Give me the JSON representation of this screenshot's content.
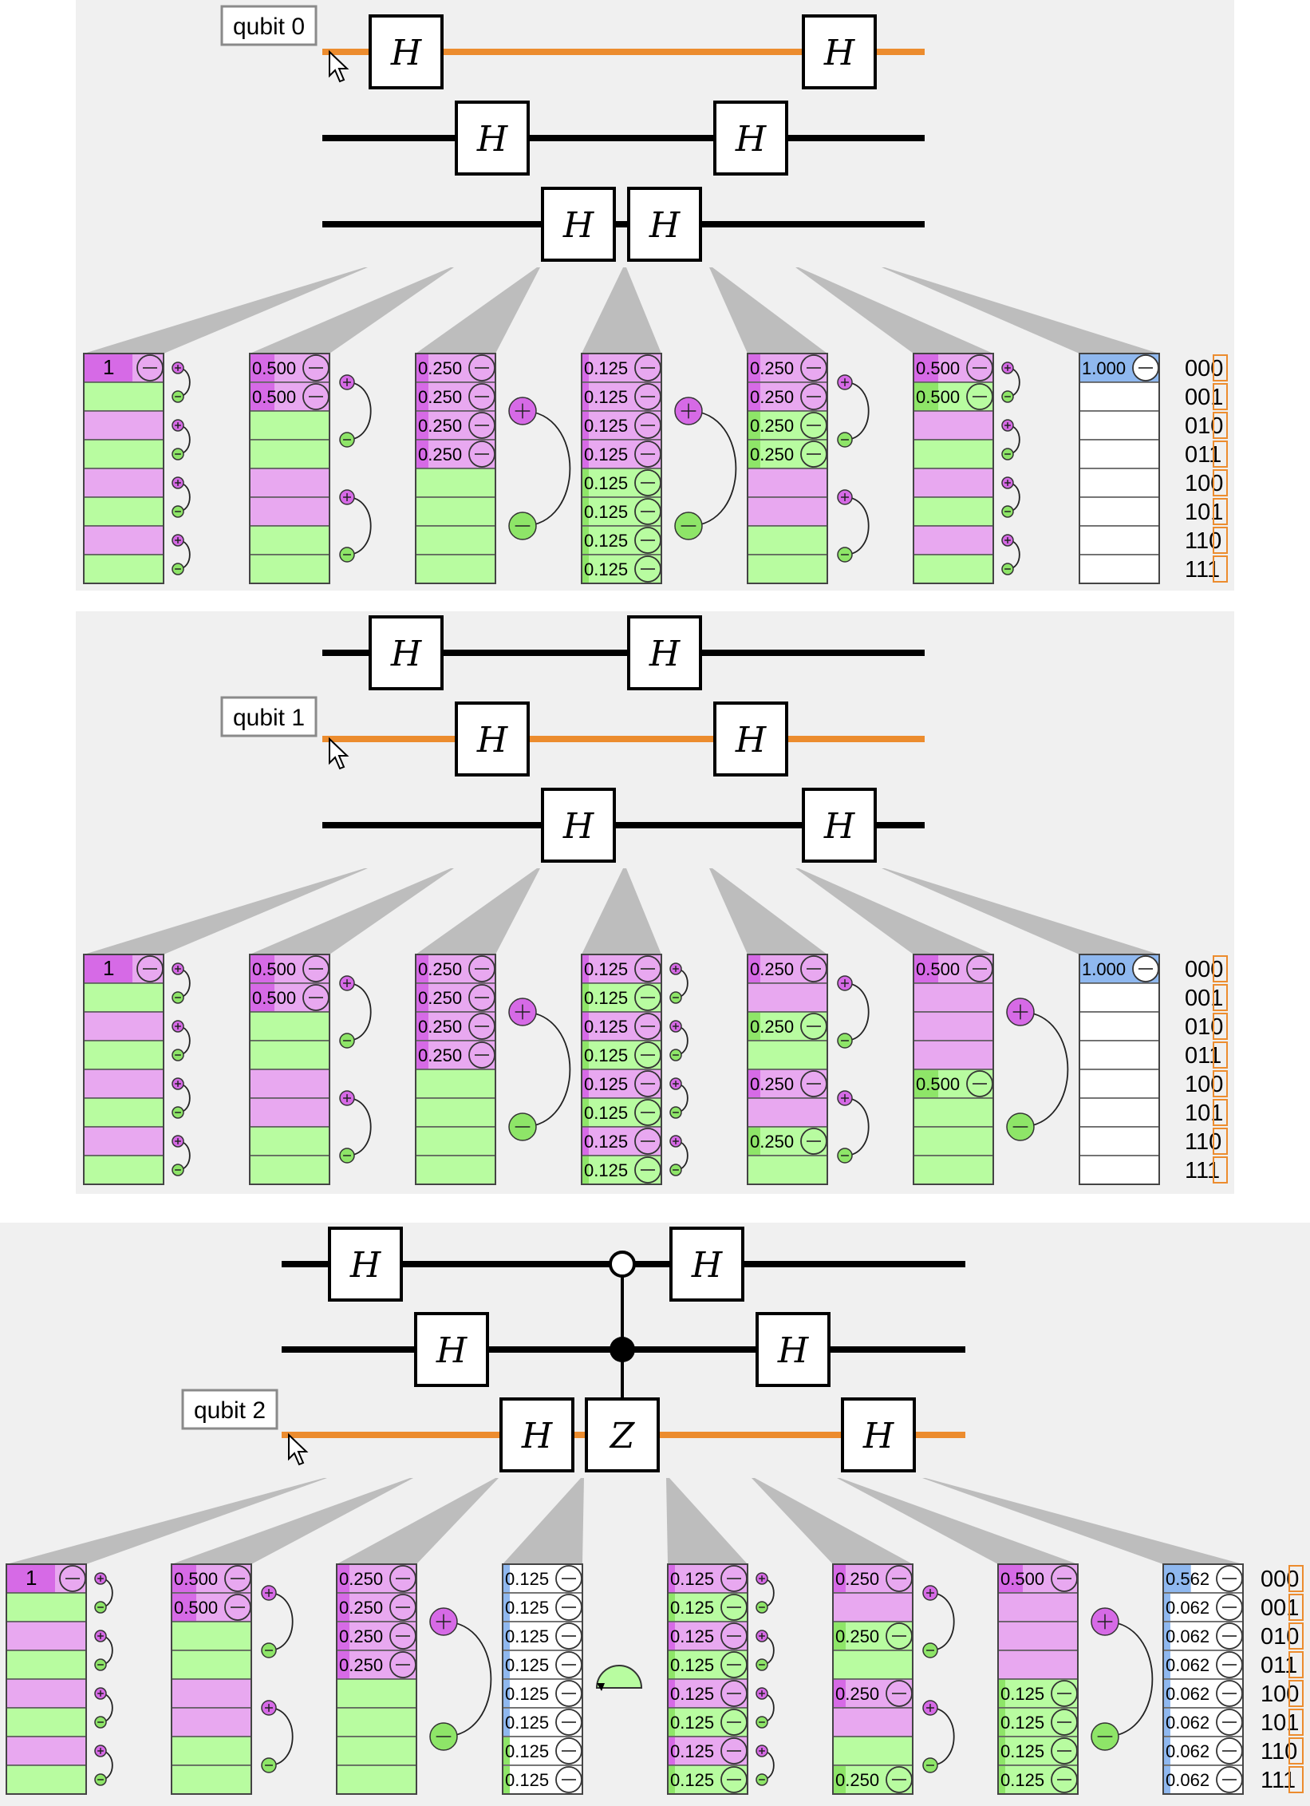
{
  "basis_labels": [
    "000",
    "001",
    "010",
    "011",
    "100",
    "101",
    "110",
    "111"
  ],
  "gate_symbols": {
    "hadamard": "H",
    "z": "Z"
  },
  "colors": {
    "magenta": "#e8a8f0",
    "magenta_dark": "#d66ae6",
    "green": "#b8fca0",
    "green_dark": "#8ee568",
    "blue": "#8fb8ef",
    "orange": "#ec8c2e",
    "panel": "#f0f0f0",
    "cone": "#bdbdbd"
  },
  "panels": [
    {
      "label": "qubit 0",
      "active_wire": 0,
      "wire_gates": [
        [
          "H",
          "H"
        ],
        [
          "H",
          "H"
        ],
        [
          "H",
          "H"
        ]
      ],
      "states": [
        {
          "rows": [
            {
              "v": "1",
              "c": "m"
            },
            {
              "c": "g"
            },
            {
              "c": "m"
            },
            {
              "c": "g"
            },
            {
              "c": "m"
            },
            {
              "c": "g"
            },
            {
              "c": "m"
            },
            {
              "c": "g"
            }
          ],
          "pairs": "small"
        },
        {
          "rows": [
            {
              "v": "0.500",
              "c": "m"
            },
            {
              "v": "0.500",
              "c": "m"
            },
            {
              "c": "g"
            },
            {
              "c": "g"
            },
            {
              "c": "m"
            },
            {
              "c": "m"
            },
            {
              "c": "g"
            },
            {
              "c": "g"
            }
          ],
          "pairs": "mid"
        },
        {
          "rows": [
            {
              "v": "0.250",
              "c": "m"
            },
            {
              "v": "0.250",
              "c": "m"
            },
            {
              "v": "0.250",
              "c": "m"
            },
            {
              "v": "0.250",
              "c": "m"
            },
            {
              "c": "g"
            },
            {
              "c": "g"
            },
            {
              "c": "g"
            },
            {
              "c": "g"
            }
          ],
          "pairs": "big"
        },
        {
          "rows": [
            {
              "v": "0.125",
              "c": "m"
            },
            {
              "v": "0.125",
              "c": "m"
            },
            {
              "v": "0.125",
              "c": "m"
            },
            {
              "v": "0.125",
              "c": "m"
            },
            {
              "v": "0.125",
              "c": "g"
            },
            {
              "v": "0.125",
              "c": "g"
            },
            {
              "v": "0.125",
              "c": "g"
            },
            {
              "v": "0.125",
              "c": "g"
            }
          ],
          "pairs": "big"
        },
        {
          "rows": [
            {
              "v": "0.250",
              "c": "m"
            },
            {
              "v": "0.250",
              "c": "m"
            },
            {
              "v": "0.250",
              "c": "g"
            },
            {
              "v": "0.250",
              "c": "g"
            },
            {
              "c": "m"
            },
            {
              "c": "m"
            },
            {
              "c": "g"
            },
            {
              "c": "g"
            }
          ],
          "pairs": "mid"
        },
        {
          "rows": [
            {
              "v": "0.500",
              "c": "m"
            },
            {
              "v": "0.500",
              "c": "g"
            },
            {
              "c": "m"
            },
            {
              "c": "g"
            },
            {
              "c": "m"
            },
            {
              "c": "g"
            },
            {
              "c": "m"
            },
            {
              "c": "g"
            }
          ],
          "pairs": "small"
        },
        {
          "rows": [
            {
              "v": "1.000",
              "c": "b"
            },
            {
              "c": "w"
            },
            {
              "c": "w"
            },
            {
              "c": "w"
            },
            {
              "c": "w"
            },
            {
              "c": "w"
            },
            {
              "c": "w"
            },
            {
              "c": "w"
            }
          ],
          "pairs": "none"
        }
      ]
    },
    {
      "label": "qubit 1",
      "active_wire": 1,
      "wire_gates": [
        [
          "H",
          "H"
        ],
        [
          "H",
          "H"
        ],
        [
          "H",
          "H"
        ]
      ],
      "states": [
        {
          "rows": [
            {
              "v": "1",
              "c": "m"
            },
            {
              "c": "g"
            },
            {
              "c": "m"
            },
            {
              "c": "g"
            },
            {
              "c": "m"
            },
            {
              "c": "g"
            },
            {
              "c": "m"
            },
            {
              "c": "g"
            }
          ],
          "pairs": "small"
        },
        {
          "rows": [
            {
              "v": "0.500",
              "c": "m"
            },
            {
              "v": "0.500",
              "c": "m"
            },
            {
              "c": "g"
            },
            {
              "c": "g"
            },
            {
              "c": "m"
            },
            {
              "c": "m"
            },
            {
              "c": "g"
            },
            {
              "c": "g"
            }
          ],
          "pairs": "mid"
        },
        {
          "rows": [
            {
              "v": "0.250",
              "c": "m"
            },
            {
              "v": "0.250",
              "c": "m"
            },
            {
              "v": "0.250",
              "c": "m"
            },
            {
              "v": "0.250",
              "c": "m"
            },
            {
              "c": "g"
            },
            {
              "c": "g"
            },
            {
              "c": "g"
            },
            {
              "c": "g"
            }
          ],
          "pairs": "big"
        },
        {
          "rows": [
            {
              "v": "0.125",
              "c": "m"
            },
            {
              "v": "0.125",
              "c": "g"
            },
            {
              "v": "0.125",
              "c": "m"
            },
            {
              "v": "0.125",
              "c": "g"
            },
            {
              "v": "0.125",
              "c": "m"
            },
            {
              "v": "0.125",
              "c": "g"
            },
            {
              "v": "0.125",
              "c": "m"
            },
            {
              "v": "0.125",
              "c": "g"
            }
          ],
          "pairs": "small"
        },
        {
          "rows": [
            {
              "v": "0.250",
              "c": "m"
            },
            {
              "c": "m"
            },
            {
              "v": "0.250",
              "c": "g"
            },
            {
              "c": "g"
            },
            {
              "v": "0.250",
              "c": "m"
            },
            {
              "c": "m"
            },
            {
              "v": "0.250",
              "c": "g"
            },
            {
              "c": "g"
            }
          ],
          "pairs": "mid"
        },
        {
          "rows": [
            {
              "v": "0.500",
              "c": "m"
            },
            {
              "c": "m"
            },
            {
              "c": "m"
            },
            {
              "c": "m"
            },
            {
              "v": "0.500",
              "c": "g"
            },
            {
              "c": "g"
            },
            {
              "c": "g"
            },
            {
              "c": "g"
            }
          ],
          "pairs": "big"
        },
        {
          "rows": [
            {
              "v": "1.000",
              "c": "b"
            },
            {
              "c": "w"
            },
            {
              "c": "w"
            },
            {
              "c": "w"
            },
            {
              "c": "w"
            },
            {
              "c": "w"
            },
            {
              "c": "w"
            },
            {
              "c": "w"
            }
          ],
          "pairs": "none"
        }
      ]
    },
    {
      "label": "qubit 2",
      "active_wire": 2,
      "wire_gates": [
        [
          "H",
          "H"
        ],
        [
          "H",
          "H"
        ],
        [
          "H",
          "Z",
          "H"
        ]
      ],
      "states": [
        {
          "rows": [
            {
              "v": "1",
              "c": "m"
            },
            {
              "c": "g"
            },
            {
              "c": "m"
            },
            {
              "c": "g"
            },
            {
              "c": "m"
            },
            {
              "c": "g"
            },
            {
              "c": "m"
            },
            {
              "c": "g"
            }
          ],
          "pairs": "small"
        },
        {
          "rows": [
            {
              "v": "0.500",
              "c": "m"
            },
            {
              "v": "0.500",
              "c": "m"
            },
            {
              "c": "g"
            },
            {
              "c": "g"
            },
            {
              "c": "m"
            },
            {
              "c": "m"
            },
            {
              "c": "g"
            },
            {
              "c": "g"
            }
          ],
          "pairs": "mid"
        },
        {
          "rows": [
            {
              "v": "0.250",
              "c": "m"
            },
            {
              "v": "0.250",
              "c": "m"
            },
            {
              "v": "0.250",
              "c": "m"
            },
            {
              "v": "0.250",
              "c": "m"
            },
            {
              "c": "g"
            },
            {
              "c": "g"
            },
            {
              "c": "g"
            },
            {
              "c": "g"
            }
          ],
          "pairs": "big"
        },
        {
          "rows": [
            {
              "v": "0.125",
              "c": "w"
            },
            {
              "v": "0.125",
              "c": "w"
            },
            {
              "v": "0.125",
              "c": "w"
            },
            {
              "v": "0.125",
              "c": "w"
            },
            {
              "v": "0.125",
              "c": "w"
            },
            {
              "v": "0.125",
              "c": "w"
            },
            {
              "v": "0.125",
              "c": "wg"
            },
            {
              "v": "0.125",
              "c": "wg"
            }
          ],
          "pairs": "none"
        },
        {
          "rows": [
            {
              "v": "0.125",
              "c": "m"
            },
            {
              "v": "0.125",
              "c": "g"
            },
            {
              "v": "0.125",
              "c": "m"
            },
            {
              "v": "0.125",
              "c": "g"
            },
            {
              "v": "0.125",
              "c": "m"
            },
            {
              "v": "0.125",
              "c": "g"
            },
            {
              "v": "0.125",
              "c": "m"
            },
            {
              "v": "0.125",
              "c": "g"
            }
          ],
          "pairs": "small"
        },
        {
          "rows": [
            {
              "v": "0.250",
              "c": "m"
            },
            {
              "c": "m"
            },
            {
              "v": "0.250",
              "c": "g"
            },
            {
              "c": "g"
            },
            {
              "v": "0.250",
              "c": "m"
            },
            {
              "c": "m"
            },
            {
              "c": "g"
            },
            {
              "v": "0.250",
              "c": "g"
            }
          ],
          "pairs": "mid"
        },
        {
          "rows": [
            {
              "v": "0.500",
              "c": "m"
            },
            {
              "c": "m"
            },
            {
              "c": "m"
            },
            {
              "c": "m"
            },
            {
              "v": "0.125",
              "c": "g"
            },
            {
              "v": "0.125",
              "c": "g"
            },
            {
              "v": "0.125",
              "c": "g"
            },
            {
              "v": "0.125",
              "c": "g"
            }
          ],
          "pairs": "big"
        },
        {
          "rows": [
            {
              "v": "0.562",
              "c": "bw"
            },
            {
              "v": "0.062",
              "c": "w"
            },
            {
              "v": "0.062",
              "c": "w"
            },
            {
              "v": "0.062",
              "c": "w"
            },
            {
              "v": "0.062",
              "c": "w"
            },
            {
              "v": "0.062",
              "c": "w"
            },
            {
              "v": "0.062",
              "c": "w"
            },
            {
              "v": "0.062",
              "c": "w"
            }
          ],
          "pairs": "none"
        }
      ]
    }
  ]
}
